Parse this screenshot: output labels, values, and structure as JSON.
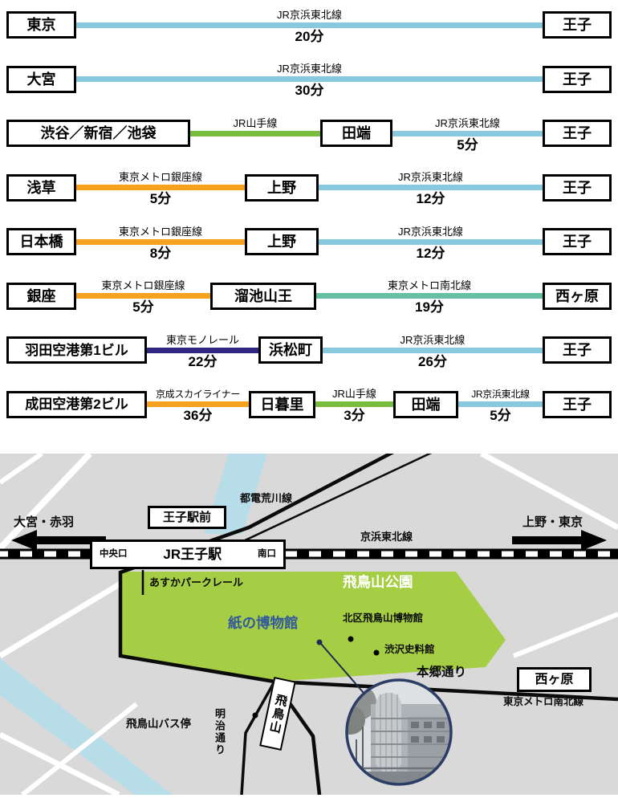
{
  "routes": [
    {
      "from": "東京",
      "to": "王子",
      "segments": [
        {
          "line": "JR京浜東北線",
          "duration": "20分",
          "color": "#89C9DE"
        }
      ]
    },
    {
      "from": "大宮",
      "to": "王子",
      "segments": [
        {
          "line": "JR京浜東北線",
          "duration": "30分",
          "color": "#89C9DE"
        }
      ]
    },
    {
      "from": "渋谷／新宿／池袋",
      "via": [
        "田端"
      ],
      "to": "王子",
      "segments": [
        {
          "line": "JR山手線",
          "color": "#79BD3F"
        },
        {
          "line": "JR京浜東北線",
          "duration": "5分",
          "color": "#89C9DE"
        }
      ]
    },
    {
      "from": "浅草",
      "via": [
        "上野"
      ],
      "to": "王子",
      "segments": [
        {
          "line": "東京メトロ銀座線",
          "duration": "5分",
          "color": "#F6A21E"
        },
        {
          "line": "JR京浜東北線",
          "duration": "12分",
          "color": "#89C9DE"
        }
      ]
    },
    {
      "from": "日本橋",
      "via": [
        "上野"
      ],
      "to": "王子",
      "segments": [
        {
          "line": "東京メトロ銀座線",
          "duration": "8分",
          "color": "#F6A21E"
        },
        {
          "line": "JR京浜東北線",
          "duration": "12分",
          "color": "#89C9DE"
        }
      ]
    },
    {
      "from": "銀座",
      "via": [
        "溜池山王"
      ],
      "to": "西ヶ原",
      "segments": [
        {
          "line": "東京メトロ銀座線",
          "duration": "5分",
          "color": "#F6A21E"
        },
        {
          "line": "東京メトロ南北線",
          "duration": "19分",
          "color": "#64BFA4"
        }
      ]
    },
    {
      "from": "羽田空港第1ビル",
      "via": [
        "浜松町"
      ],
      "to": "王子",
      "segments": [
        {
          "line": "東京モノレール",
          "duration": "22分",
          "color": "#312783"
        },
        {
          "line": "JR京浜東北線",
          "duration": "26分",
          "color": "#89C9DE"
        }
      ]
    },
    {
      "from": "成田空港第2ビル",
      "via": [
        "日暮里",
        "田端"
      ],
      "to": "王子",
      "segments": [
        {
          "line": "京成スカイライナー",
          "duration": "36分",
          "color": "#F6A21E"
        },
        {
          "line": "JR山手線",
          "duration": "3分",
          "color": "#79BD3F"
        },
        {
          "line": "JR京浜東北線",
          "duration": "5分",
          "color": "#89C9DE"
        }
      ]
    }
  ],
  "map": {
    "colors": {
      "ground": "#D9D9D9",
      "park": "#A5CE44",
      "water": "#B7DDE9",
      "museum_text": "#33589C",
      "photo_ring": "#2C3D66"
    },
    "labels": {
      "toden_arakawa": "都電荒川線",
      "omiya_akabane": "大宮・赤羽",
      "ueno_tokyo": "上野・東京",
      "keihin_tohoku": "京浜東北線",
      "oji_ekimae": "王子駅前",
      "central_exit": "中央口",
      "jr_oji_station": "JR王子駅",
      "south_exit": "南口",
      "asuka_park_rail": "あすかパークレール",
      "asukayama_park": "飛鳥山公園",
      "paper_museum": "紙の博物館",
      "kita_asukayama_museum": "北区飛鳥山博物館",
      "shibusawa_museum": "渋沢史料館",
      "hongo_dori": "本郷通り",
      "nishigahara": "西ヶ原",
      "namboku_line": "東京メトロ南北線",
      "asukayama_tram_stop": "飛鳥山",
      "asukayama_bus_stop": "飛鳥山バス停",
      "meiji_dori": "明治通り"
    }
  }
}
